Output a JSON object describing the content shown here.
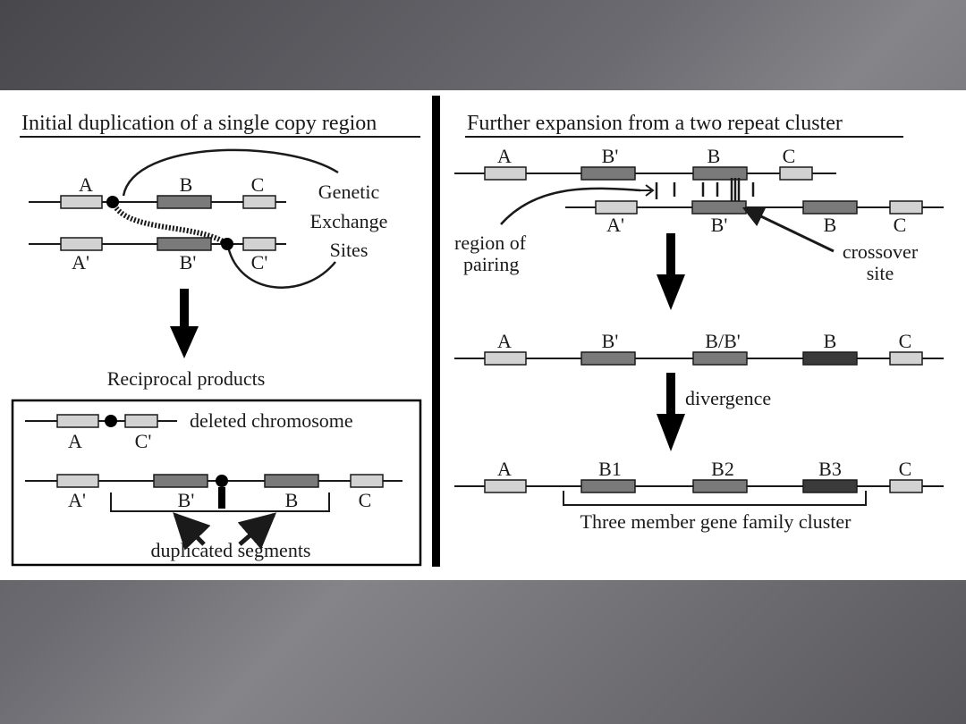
{
  "left_panel": {
    "title": "Initial duplication of a single copy region",
    "top_genes": [
      "A",
      "B",
      "C"
    ],
    "bottom_genes": [
      "A'",
      "B'",
      "C'"
    ],
    "exchange_label": [
      "Genetic",
      "Exchange",
      "Sites"
    ],
    "products_label": "Reciprocal products",
    "deleted_label": "deleted chromosome",
    "deleted_genes": [
      "A",
      "C'"
    ],
    "duplicated_genes": [
      "A'",
      "B'",
      "B",
      "C"
    ],
    "duplicated_label": "duplicated segments"
  },
  "right_panel": {
    "title": "Further expansion from a two repeat cluster",
    "top_genes": [
      "A",
      "B'",
      "B",
      "C"
    ],
    "bottom_genes": [
      "A'",
      "B'",
      "B",
      "C"
    ],
    "pairing_label": [
      "region of",
      "pairing"
    ],
    "crossover_label": [
      "crossover",
      "site"
    ],
    "middle_genes": [
      "A",
      "B'",
      "B/B'",
      "B",
      "C"
    ],
    "divergence_label": "divergence",
    "final_genes": [
      "A",
      "B1",
      "B2",
      "B3",
      "C"
    ],
    "family_label": "Three member gene family cluster"
  },
  "colors": {
    "light_gene": "#d2d2d2",
    "mid_gene": "#7a7a7a",
    "dark_gene": "#3a3a3a",
    "ink": "#1a1a1a"
  }
}
